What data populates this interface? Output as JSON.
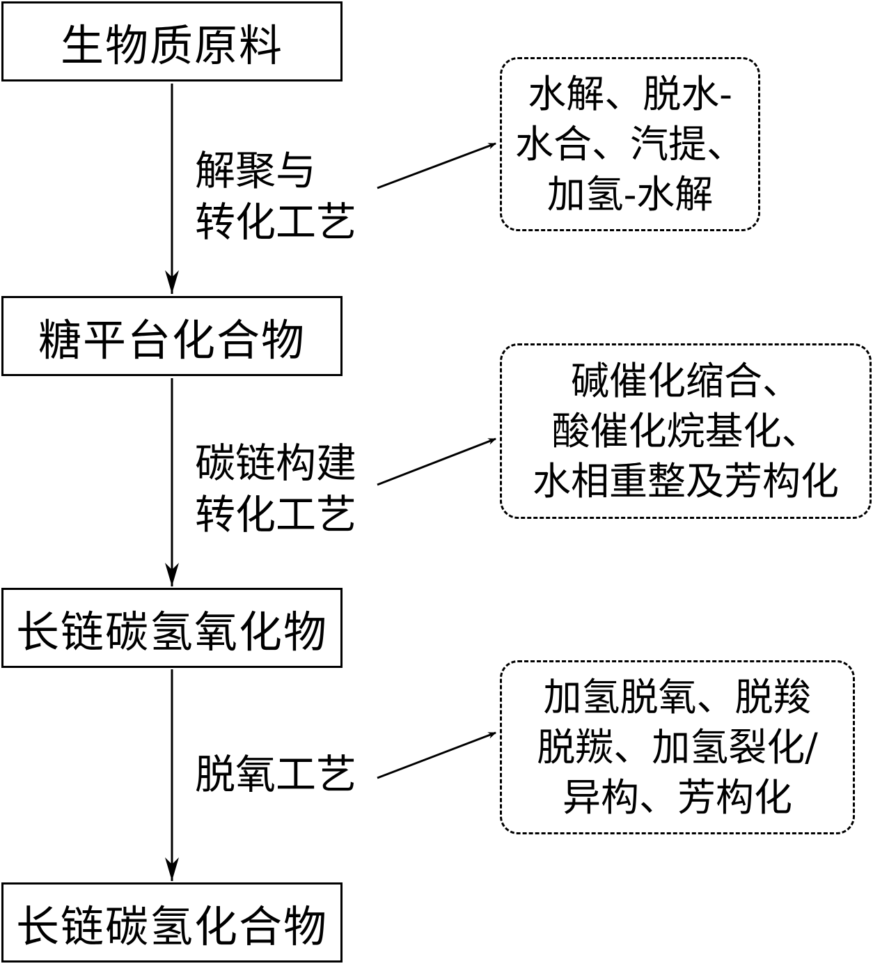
{
  "diagram": {
    "nodes": [
      {
        "id": "n1",
        "label": "生物质原料"
      },
      {
        "id": "n2",
        "label": "糖平台化合物"
      },
      {
        "id": "n3",
        "label": "长链碳氢氧化物"
      },
      {
        "id": "n4",
        "label": "长链碳氢化合物"
      }
    ],
    "steps": [
      {
        "from": "n1",
        "to": "n2",
        "label": "解聚与\n转化工艺",
        "detail": "水解、脱水-\n水合、汽提、\n加氢-水解"
      },
      {
        "from": "n2",
        "to": "n3",
        "label": "碳链构建\n转化工艺",
        "detail": "碱催化缩合、\n酸催化烷基化、\n水相重整及芳构化"
      },
      {
        "from": "n3",
        "to": "n4",
        "label": "脱氧工艺",
        "detail": "加氢脱氧、脱羧\n脱羰、加氢裂化/\n异构、芳构化"
      }
    ]
  }
}
